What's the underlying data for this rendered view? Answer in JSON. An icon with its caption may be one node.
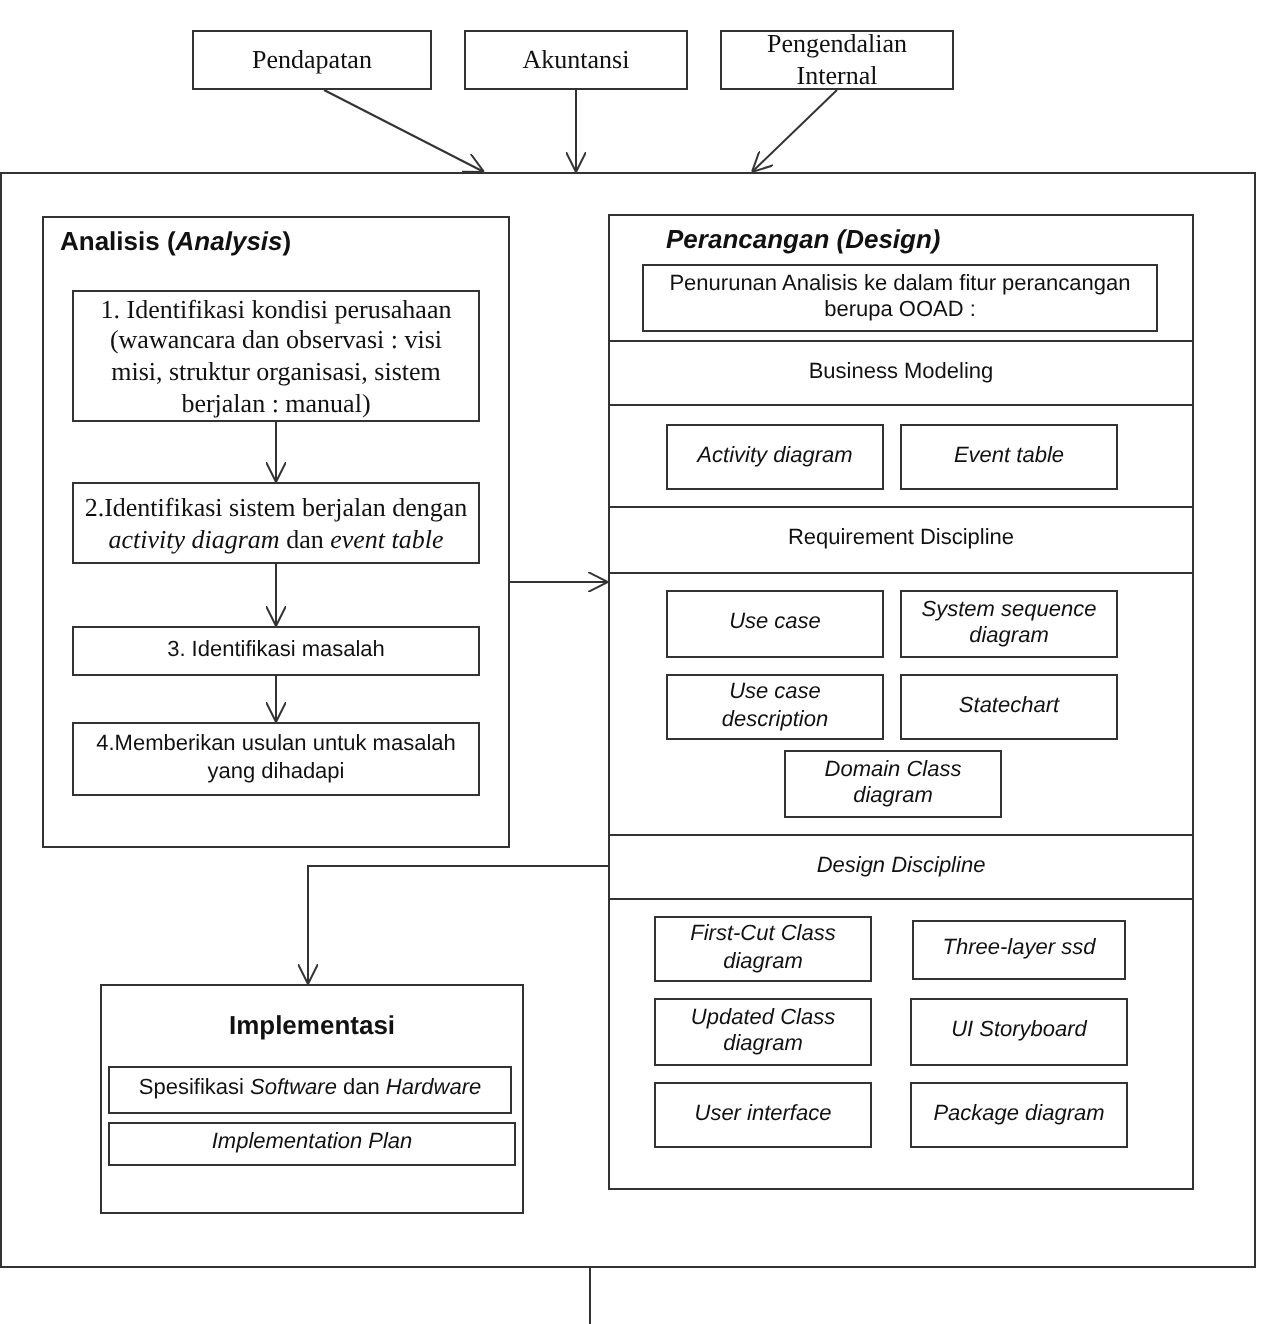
{
  "diagram": {
    "nodes": [
      {
        "text": [],
        "shape": "box"
      },
      {
        "text": [
          "Pendapatan"
        ]
      },
      {
        "text": [
          "Akuntansi"
        ]
      },
      {
        "text": [
          "Pengendalian Internal"
        ]
      },
      {
        "text": [
          "Analisis (*Analysis*)"
        ],
        "in": 0
      },
      {
        "text": [
          "1. Identifikasi kondisi perusahaan (wawancara dan observasi : visi misi, struktur organisasi, sistem berjalan : manual)"
        ],
        "in": 4
      },
      {
        "text": [
          "2.Identifikasi sistem berjalan dengan *activity diagram* dan *event table*"
        ],
        "in": 4
      },
      {
        "text": [
          "3. Identifikasi masalah"
        ],
        "in": 4
      },
      {
        "text": [
          "4.Memberikan usulan untuk masalah yang dihadapi"
        ],
        "in": 4
      },
      {
        "text": [
          "Perancangan (Design)"
        ],
        "in": 0
      },
      {
        "text": [
          "Penurunan Analisis ke dalam fitur perancangan berupa OOAD :"
        ],
        "in": 9
      },
      {
        "text": [
          "Business Modeling"
        ],
        "in": 9
      },
      {
        "text": [
          "Activity diagram"
        ],
        "in": 9
      },
      {
        "text": [
          "Event table"
        ],
        "in": 9
      },
      {
        "text": [
          "Requirement Discipline"
        ],
        "in": 9
      },
      {
        "text": [
          "Use case"
        ],
        "in": 9
      },
      {
        "text": [
          "System sequence diagram"
        ],
        "in": 9
      },
      {
        "text": [
          "Use case description"
        ],
        "in": 9
      },
      {
        "text": [
          "Statechart"
        ],
        "in": 9
      },
      {
        "text": [
          "Domain Class diagram"
        ],
        "in": 9
      },
      {
        "text": [
          "Design Discipline"
        ],
        "in": 9
      },
      {
        "text": [
          "First-Cut Class diagram"
        ],
        "in": 9
      },
      {
        "text": [
          "Three-layer ssd"
        ],
        "in": 9
      },
      {
        "text": [
          "Updated Class diagram"
        ],
        "in": 9
      },
      {
        "text": [
          "UI Storyboard"
        ],
        "in": 9
      },
      {
        "text": [
          "User interface"
        ],
        "in": 9
      },
      {
        "text": [
          "Package diagram"
        ],
        "in": 9
      },
      {
        "text": [
          "Implementasi"
        ],
        "in": 0
      },
      {
        "text": [
          "Spesifikasi *Software* dan *Hardware*"
        ],
        "in": 27
      },
      {
        "text": [
          "Implementation Plan"
        ],
        "in": 27
      }
    ],
    "edges": [
      {
        "from": 1,
        "to": 0,
        "arrow": "to"
      },
      {
        "from": 2,
        "to": 0,
        "arrow": "to"
      },
      {
        "from": 3,
        "to": 0,
        "arrow": "to"
      },
      {
        "from": 5,
        "to": 6,
        "arrow": "to"
      },
      {
        "from": 6,
        "to": 7,
        "arrow": "to"
      },
      {
        "from": 7,
        "to": 8,
        "arrow": "to"
      },
      {
        "from": 4,
        "to": 9,
        "arrow": "to"
      },
      {
        "from": 9,
        "to": 27,
        "arrow": "to"
      },
      {
        "from": 0,
        "to": null,
        "arrow": "none"
      }
    ]
  }
}
